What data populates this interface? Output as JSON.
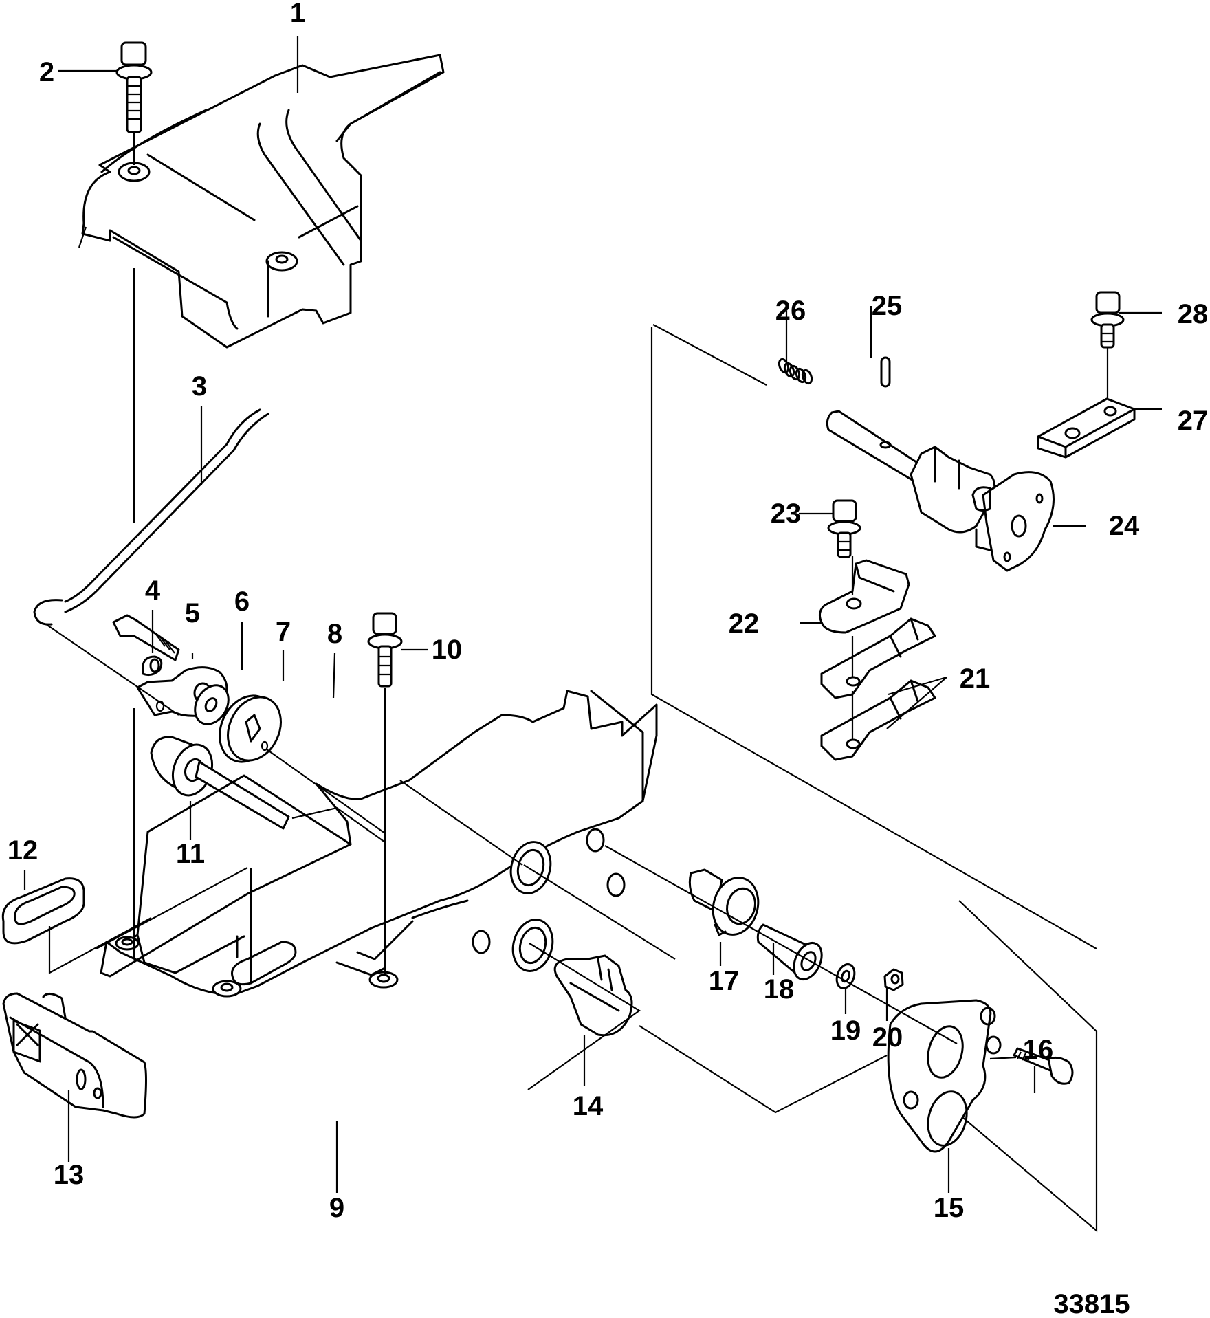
{
  "diagram": {
    "type": "exploded-parts-diagram",
    "drawing_number": "33815",
    "callouts": [
      {
        "id": "1",
        "part": "cover"
      },
      {
        "id": "2",
        "part": "bolt"
      },
      {
        "id": "3",
        "part": "link-rod"
      },
      {
        "id": "4",
        "part": "bolt"
      },
      {
        "id": "5",
        "part": "spacer"
      },
      {
        "id": "6",
        "part": "lever"
      },
      {
        "id": "7",
        "part": "washer"
      },
      {
        "id": "8",
        "part": "pulley"
      },
      {
        "id": "9",
        "part": "housing-bracket"
      },
      {
        "id": "10",
        "part": "bolt"
      },
      {
        "id": "11",
        "part": "shaft"
      },
      {
        "id": "12",
        "part": "grommet"
      },
      {
        "id": "13",
        "part": "switch-cover"
      },
      {
        "id": "14",
        "part": "cam"
      },
      {
        "id": "15",
        "part": "plate"
      },
      {
        "id": "16",
        "part": "bolt"
      },
      {
        "id": "17",
        "part": "bushing"
      },
      {
        "id": "18",
        "part": "sleeve"
      },
      {
        "id": "19",
        "part": "washer"
      },
      {
        "id": "20",
        "part": "nut"
      },
      {
        "id": "21",
        "part": "clip"
      },
      {
        "id": "22",
        "part": "retainer"
      },
      {
        "id": "23",
        "part": "bolt"
      },
      {
        "id": "24",
        "part": "shaft-assembly"
      },
      {
        "id": "25",
        "part": "pin"
      },
      {
        "id": "26",
        "part": "spring"
      },
      {
        "id": "27",
        "part": "plate"
      },
      {
        "id": "28",
        "part": "bolt"
      }
    ]
  }
}
